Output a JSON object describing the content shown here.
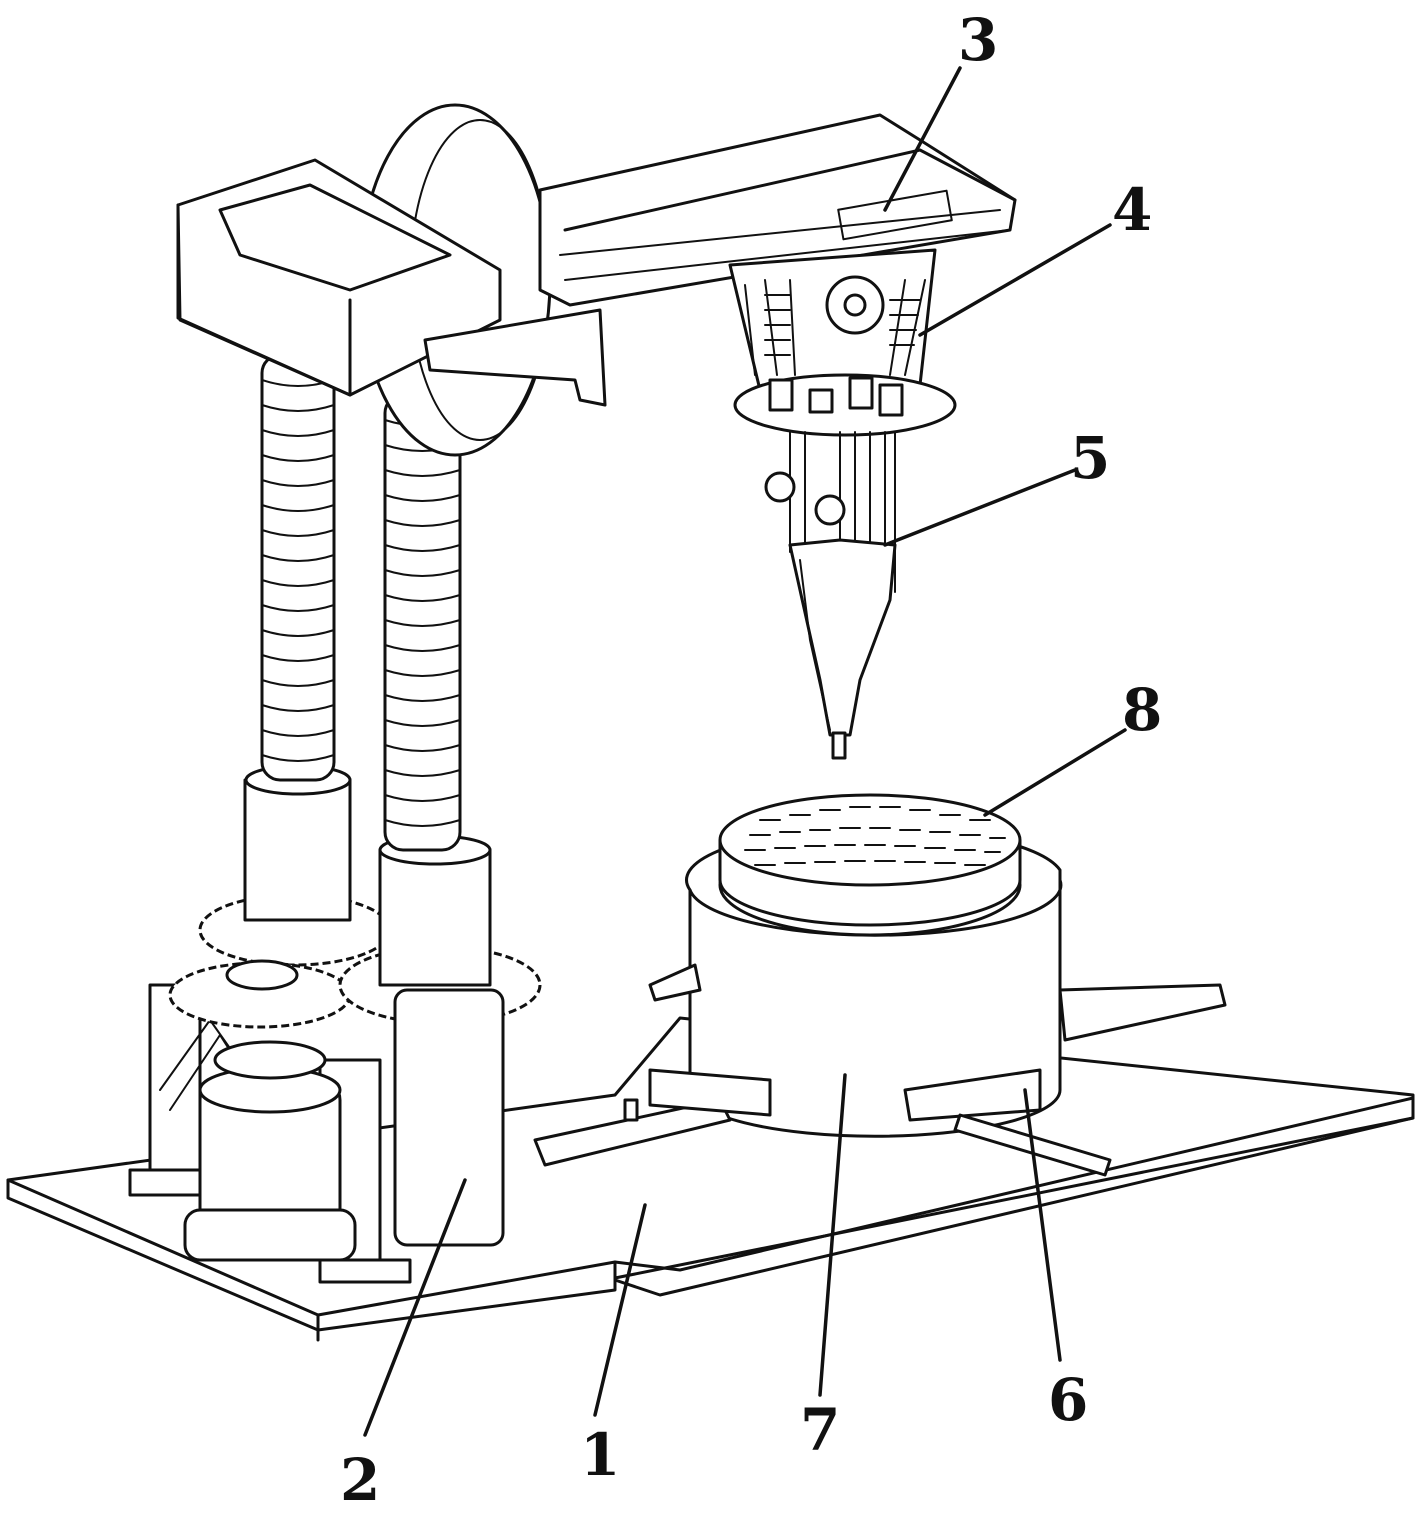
{
  "figure": {
    "components": [
      {
        "id": "base-plate",
        "label": "1"
      },
      {
        "id": "lift-columns",
        "label": "2"
      },
      {
        "id": "horizontal-arm",
        "label": "3"
      },
      {
        "id": "spring-mount",
        "label": "4"
      },
      {
        "id": "nozzle-head",
        "label": "5"
      },
      {
        "id": "clamp-slide",
        "label": "6"
      },
      {
        "id": "rotary-base",
        "label": "7"
      },
      {
        "id": "perforated-platform",
        "label": "8"
      }
    ]
  }
}
